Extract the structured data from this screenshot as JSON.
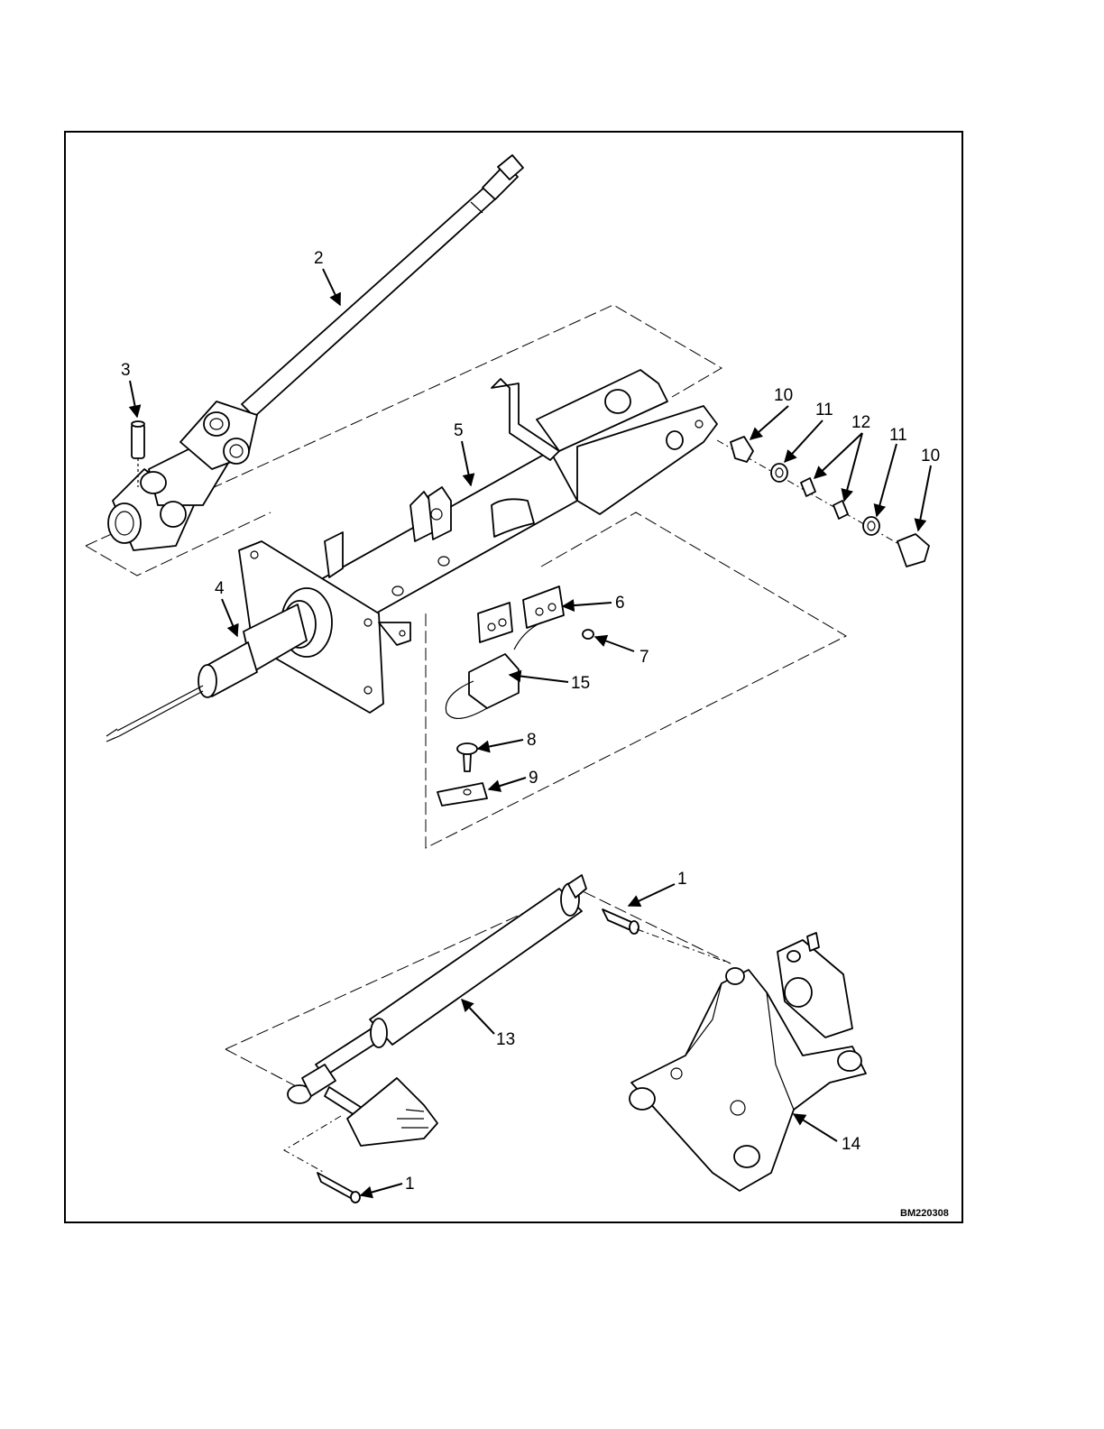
{
  "figure": {
    "code": "BM220308",
    "callouts": [
      "1",
      "1",
      "2",
      "3",
      "4",
      "5",
      "6",
      "7",
      "8",
      "9",
      "10",
      "10",
      "11",
      "11",
      "12",
      "13",
      "14",
      "15"
    ]
  }
}
